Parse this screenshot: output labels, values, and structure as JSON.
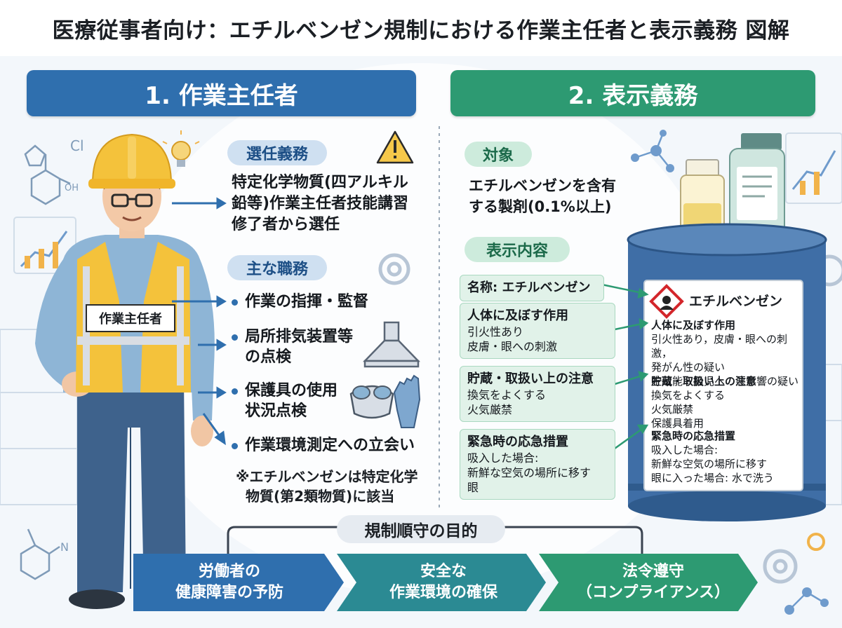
{
  "title": "医療従事者向け：エチルベンゼン規制における作業主任者と表示義務 図解",
  "section1": {
    "heading": "1. 作業主任者",
    "badge": "作業主任者",
    "selection": {
      "pill": "選任義務",
      "lines": [
        "特定化学物質(四アルキル",
        "鉛等)作業主任者技能講習",
        "修了者から選任"
      ]
    },
    "duties": {
      "pill": "主な職務",
      "items": [
        [
          "作業の指揮・監督"
        ],
        [
          "局所排気装置等",
          "の点検"
        ],
        [
          "保護具の使用",
          "状況点検"
        ],
        [
          "作業環境測定への立会い"
        ]
      ]
    },
    "note": [
      "※エチルベンゼンは特定化学",
      "物質(第2類物質)に該当"
    ]
  },
  "section2": {
    "heading": "2. 表示義務",
    "target": {
      "pill": "対象",
      "lines": [
        "エチルベンゼンを含有",
        "する製剤(0.1%以上)"
      ]
    },
    "content": {
      "pill": "表示内容",
      "boxes": [
        {
          "title": "名称: エチルベンゼン",
          "lines": []
        },
        {
          "title": "人体に及ぼす作用",
          "lines": [
            "引火性あり",
            "皮膚・眼への刺激"
          ]
        },
        {
          "title": "貯蔵・取扱い上の注意",
          "lines": [
            "換気をよくする",
            "火気厳禁"
          ]
        },
        {
          "title": "緊急時の応急措置",
          "lines": [
            "吸入した場合:",
            "新鮮な空気の場所に移す",
            "眼"
          ]
        }
      ]
    },
    "drum_label": {
      "name": "エチルベンゼン",
      "effect_title": "人体に及ぼす作用",
      "effect_lines": [
        "引火性あり，皮膚・眼への刺激，",
        "発がん性の疑い",
        "生殖能・胎児への悪影響の疑い"
      ],
      "storage_title": "貯蔵・取扱い上の注意",
      "storage_lines": [
        "換気をよくする",
        "火気厳禁",
        "保護具着用"
      ],
      "emergency_title": "緊急時の応急措置",
      "emergency_lines": [
        "吸入した場合:",
        "新鮮な空気の場所に移す",
        "眼に入った場合: 水で洗う"
      ]
    }
  },
  "purpose": {
    "title": "規制順守の目的",
    "steps": [
      {
        "lines": [
          "労働者の",
          "健康障害の予防"
        ]
      },
      {
        "lines": [
          "安全な",
          "作業環境の確保"
        ]
      },
      {
        "lines": [
          "法令遵守",
          "（コンプライアンス）"
        ]
      }
    ]
  },
  "background": {
    "cl": "Cl",
    "oh": "OH",
    "n": "N"
  },
  "colors": {
    "blue": "#2f6fae",
    "green": "#2d9a72",
    "teal": "#2b8a93",
    "yellow": "#f4c23b",
    "drum": "#3f6ea6"
  }
}
